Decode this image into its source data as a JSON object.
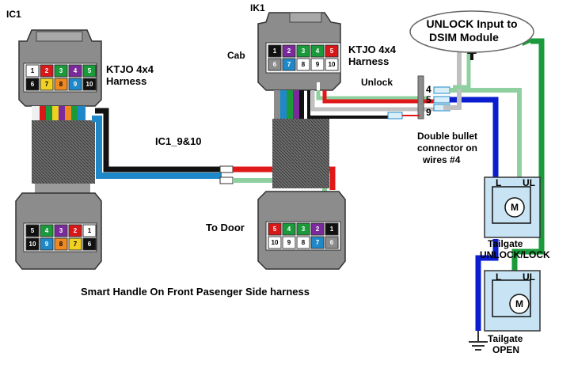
{
  "labels": {
    "ic1": "IC1",
    "ik1": "IK1",
    "cab": "Cab",
    "harness_left_1": "KTJO 4x4",
    "harness_left_2": "Harness",
    "harness_right_1": "KTJO 4x4",
    "harness_right_2": "Harness",
    "unlock_wire": "Unlock",
    "ic1_pins": "IC1_9&10",
    "to_door": "To Door",
    "double_bullet_1": "Double bullet",
    "double_bullet_2": "connector on",
    "double_bullet_3": "wires #4",
    "bubble_1": "UNLOCK Input to",
    "bubble_2": "DSIM Module",
    "wire_4": "4",
    "wire_5": "5",
    "wire_9": "9",
    "tg_unlock_1": "Tailgate",
    "tg_unlock_2": "UNLOCK/LOCK",
    "tg_open_1": "Tailgate",
    "tg_open_2": "OPEN",
    "motor_l": "L",
    "motor_ul": "UL",
    "motor_m": "M",
    "caption": "Smart Handle On Front Pasenger Side harness"
  },
  "pins": {
    "ic1_top_row1": [
      "1",
      "2",
      "3",
      "4",
      "5"
    ],
    "ic1_top_row2": [
      "6",
      "7",
      "8",
      "9",
      "10"
    ],
    "ic1_bot_row1": [
      "5",
      "4",
      "3",
      "2",
      "1"
    ],
    "ic1_bot_row2": [
      "10",
      "9",
      "8",
      "7",
      "6"
    ],
    "ik1_row1": [
      "1",
      "2",
      "3",
      "4",
      "5"
    ],
    "ik1_row2": [
      "6",
      "7",
      "8",
      "9",
      "10"
    ],
    "door_row1": [
      "5",
      "4",
      "3",
      "2",
      "1"
    ],
    "door_row2": [
      "10",
      "9",
      "8",
      "7",
      "6"
    ]
  },
  "colors": {
    "wire_blue": "#1E88C8",
    "wire_black": "#111111",
    "wire_red": "#E01818",
    "wire_green": "#1A9A3A",
    "wire_lightgreen": "#8FD0A0",
    "wire_darkblue": "#0A1ED0",
    "wire_gray": "#A8A8A8",
    "connector_gray": "#8C8C8C",
    "motor_box": "#C8E4F4"
  }
}
